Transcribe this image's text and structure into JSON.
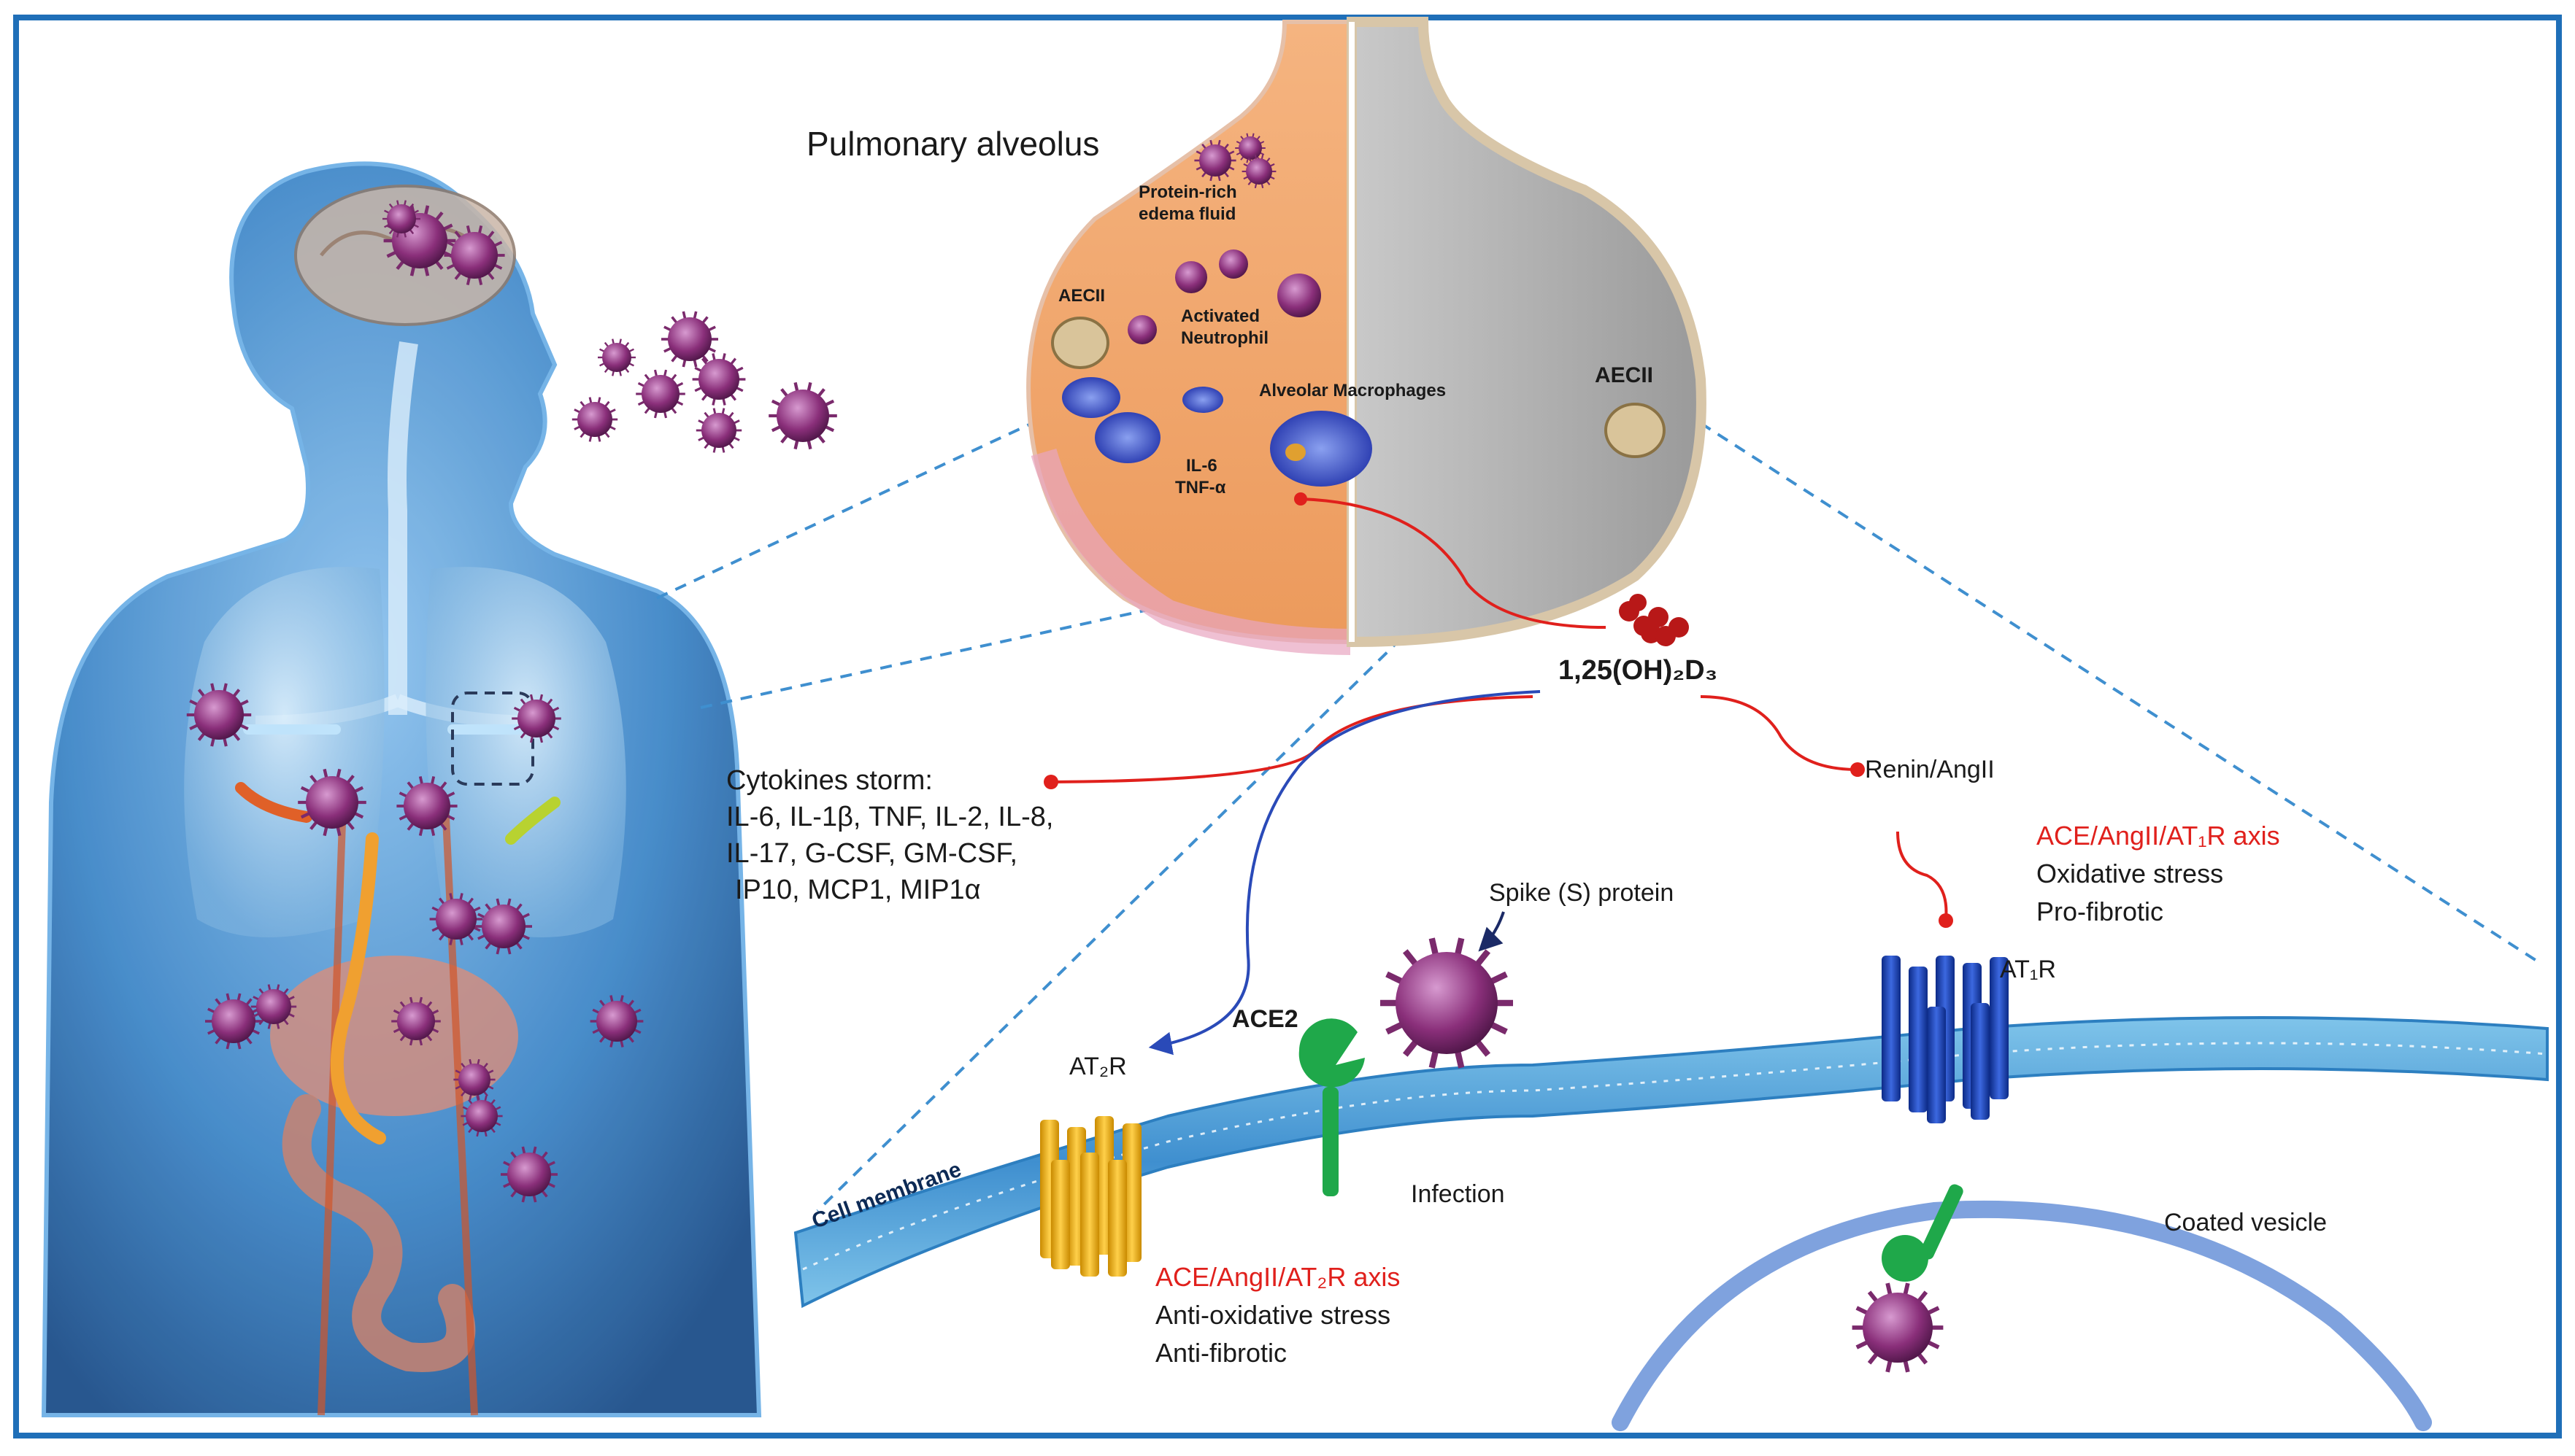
{
  "diagram": {
    "alveolus_title": "Pulmonary alveolus",
    "edema_label_1": "Protein-rich",
    "edema_label_2": "edema fluid",
    "aecii_left": "AECII",
    "neutrophil_label_1": "Activated",
    "neutrophil_label_2": "Neutrophil",
    "macrophage_label": "Alveolar Macrophages",
    "il6_label": "IL-6",
    "tnf_label": "TNF-α",
    "aecii_right": "AECII",
    "vitd_label": "1,25(OH)₂D₃",
    "renin_label": "Renin/AngII",
    "cytokines": {
      "title": "Cytokines storm:",
      "line1": "IL-6, IL-1β, TNF, IL-2, IL-8,",
      "line2": "IL-17, G-CSF, GM-CSF,",
      "line3": "IP10, MCP1, MIP1α"
    },
    "at1r_axis": {
      "title": "ACE/AngII/AT₁R axis",
      "line1": "Oxidative stress",
      "line2": "Pro-fibrotic"
    },
    "spike_label": "Spike (S) protein",
    "at1r_label": "AT₁R",
    "at2r_label": "AT₂R",
    "ace2_label": "ACE2",
    "infection_label": "Infection",
    "membrane_label": "Cell membrane",
    "vesicle_label": "Coated vesicle",
    "at2r_axis": {
      "title": "ACE/AngII/AT₂R axis",
      "line1": "Anti-oxidative stress",
      "line2": "Anti-fibrotic"
    }
  },
  "colors": {
    "frame": "#1f6fb8",
    "inhibit": "#e0201c",
    "activate": "#2a4ab8",
    "body": "#3f87c8",
    "alveolus_fluid": "#f0a66e",
    "membrane": "#5aa9d8",
    "at2r": "#f2b51a",
    "at1r": "#1b3fb0",
    "ace2": "#1fa84a",
    "virus": "#8a2f7a"
  }
}
